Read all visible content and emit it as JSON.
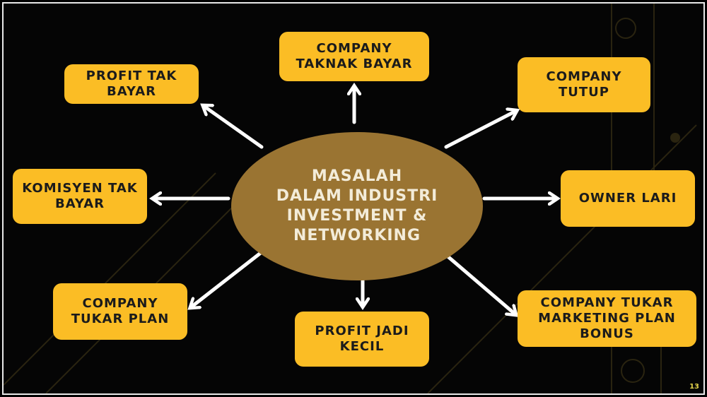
{
  "diagram": {
    "center": "MASALAH\nDALAM INDUSTRI\nINVESTMENT &\nNETWORKING",
    "nodes": [
      {
        "id": "profit-tak-bayar",
        "label": "PROFIT TAK\nBAYAR"
      },
      {
        "id": "company-taknak-bayar",
        "label": "COMPANY\nTAKNAK BAYAR"
      },
      {
        "id": "company-tutup",
        "label": "COMPANY\nTUTUP"
      },
      {
        "id": "komisyen-tak-bayar",
        "label": "KOMISYEN TAK\nBAYAR"
      },
      {
        "id": "owner-lari",
        "label": "OWNER LARI"
      },
      {
        "id": "company-tukar-plan",
        "label": "COMPANY\nTUKAR PLAN"
      },
      {
        "id": "profit-jadi-kecil",
        "label": "PROFIT JADI\nKECIL"
      },
      {
        "id": "company-tukar-marketing-plan-bonus",
        "label": "COMPANY TUKAR\nMARKETING PLAN\nBONUS"
      }
    ],
    "edges": [
      {
        "from": "center",
        "to": "profit-tak-bayar"
      },
      {
        "from": "center",
        "to": "company-taknak-bayar"
      },
      {
        "from": "center",
        "to": "company-tutup"
      },
      {
        "from": "center",
        "to": "komisyen-tak-bayar"
      },
      {
        "from": "center",
        "to": "owner-lari"
      },
      {
        "from": "center",
        "to": "company-tukar-plan"
      },
      {
        "from": "center",
        "to": "profit-jadi-kecil"
      },
      {
        "from": "center",
        "to": "company-tukar-marketing-plan-bonus"
      }
    ]
  },
  "page_number": "13",
  "colors": {
    "node": "#fbbd25",
    "center": "#9a7432",
    "arrow": "#ffffff",
    "background": "#050505"
  }
}
